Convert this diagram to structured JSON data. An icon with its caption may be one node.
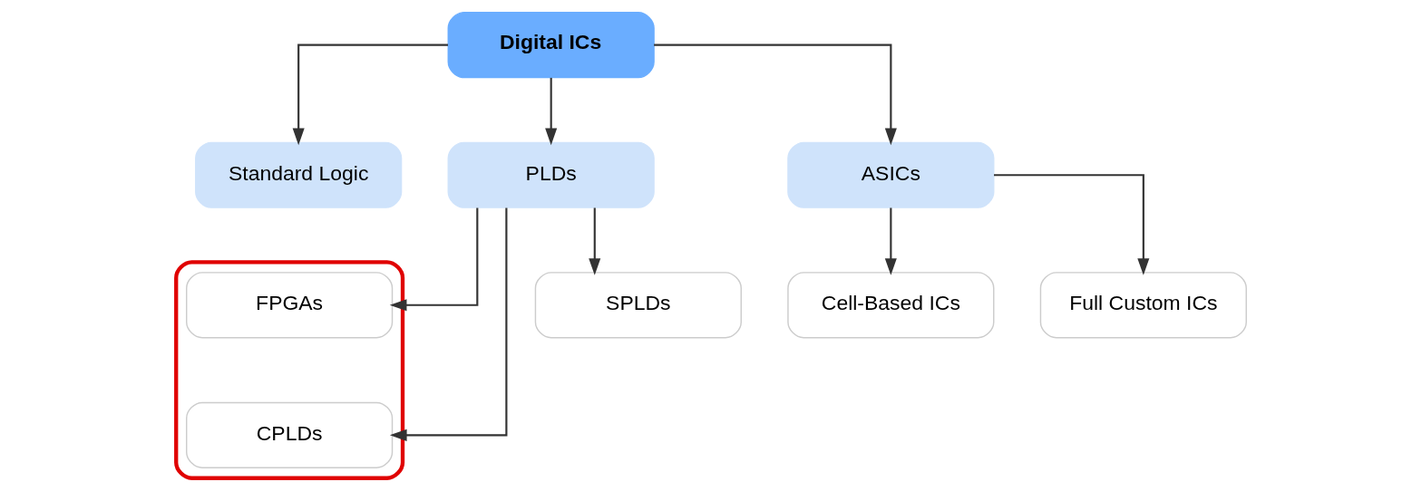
{
  "diagram": {
    "nodes": [
      {
        "text": [
          "Digital ICs"
        ]
      },
      {
        "text": [
          "Standard Logic"
        ]
      },
      {
        "text": [
          "PLDs"
        ]
      },
      {
        "text": [
          "ASICs"
        ]
      },
      {
        "text": [],
        "shape": "ellipse"
      },
      {
        "text": [
          "FPGAs"
        ],
        "in": 4
      },
      {
        "text": [
          "CPLDs"
        ],
        "in": 4
      },
      {
        "text": [
          "SPLDs"
        ]
      },
      {
        "text": [
          "Cell-Based ICs"
        ]
      },
      {
        "text": [
          "Full Custom ICs"
        ]
      }
    ],
    "edges": [
      {
        "from": 0,
        "to": 1,
        "arrow": "to"
      },
      {
        "from": 0,
        "to": 2,
        "arrow": "to"
      },
      {
        "from": 0,
        "to": 3,
        "arrow": "to"
      },
      {
        "from": 2,
        "to": 5,
        "arrow": "to"
      },
      {
        "from": 2,
        "to": 6,
        "arrow": "to"
      },
      {
        "from": 2,
        "to": 7,
        "arrow": "to"
      },
      {
        "from": 3,
        "to": 8,
        "arrow": "to"
      },
      {
        "from": 3,
        "to": 9,
        "arrow": "to"
      }
    ]
  }
}
